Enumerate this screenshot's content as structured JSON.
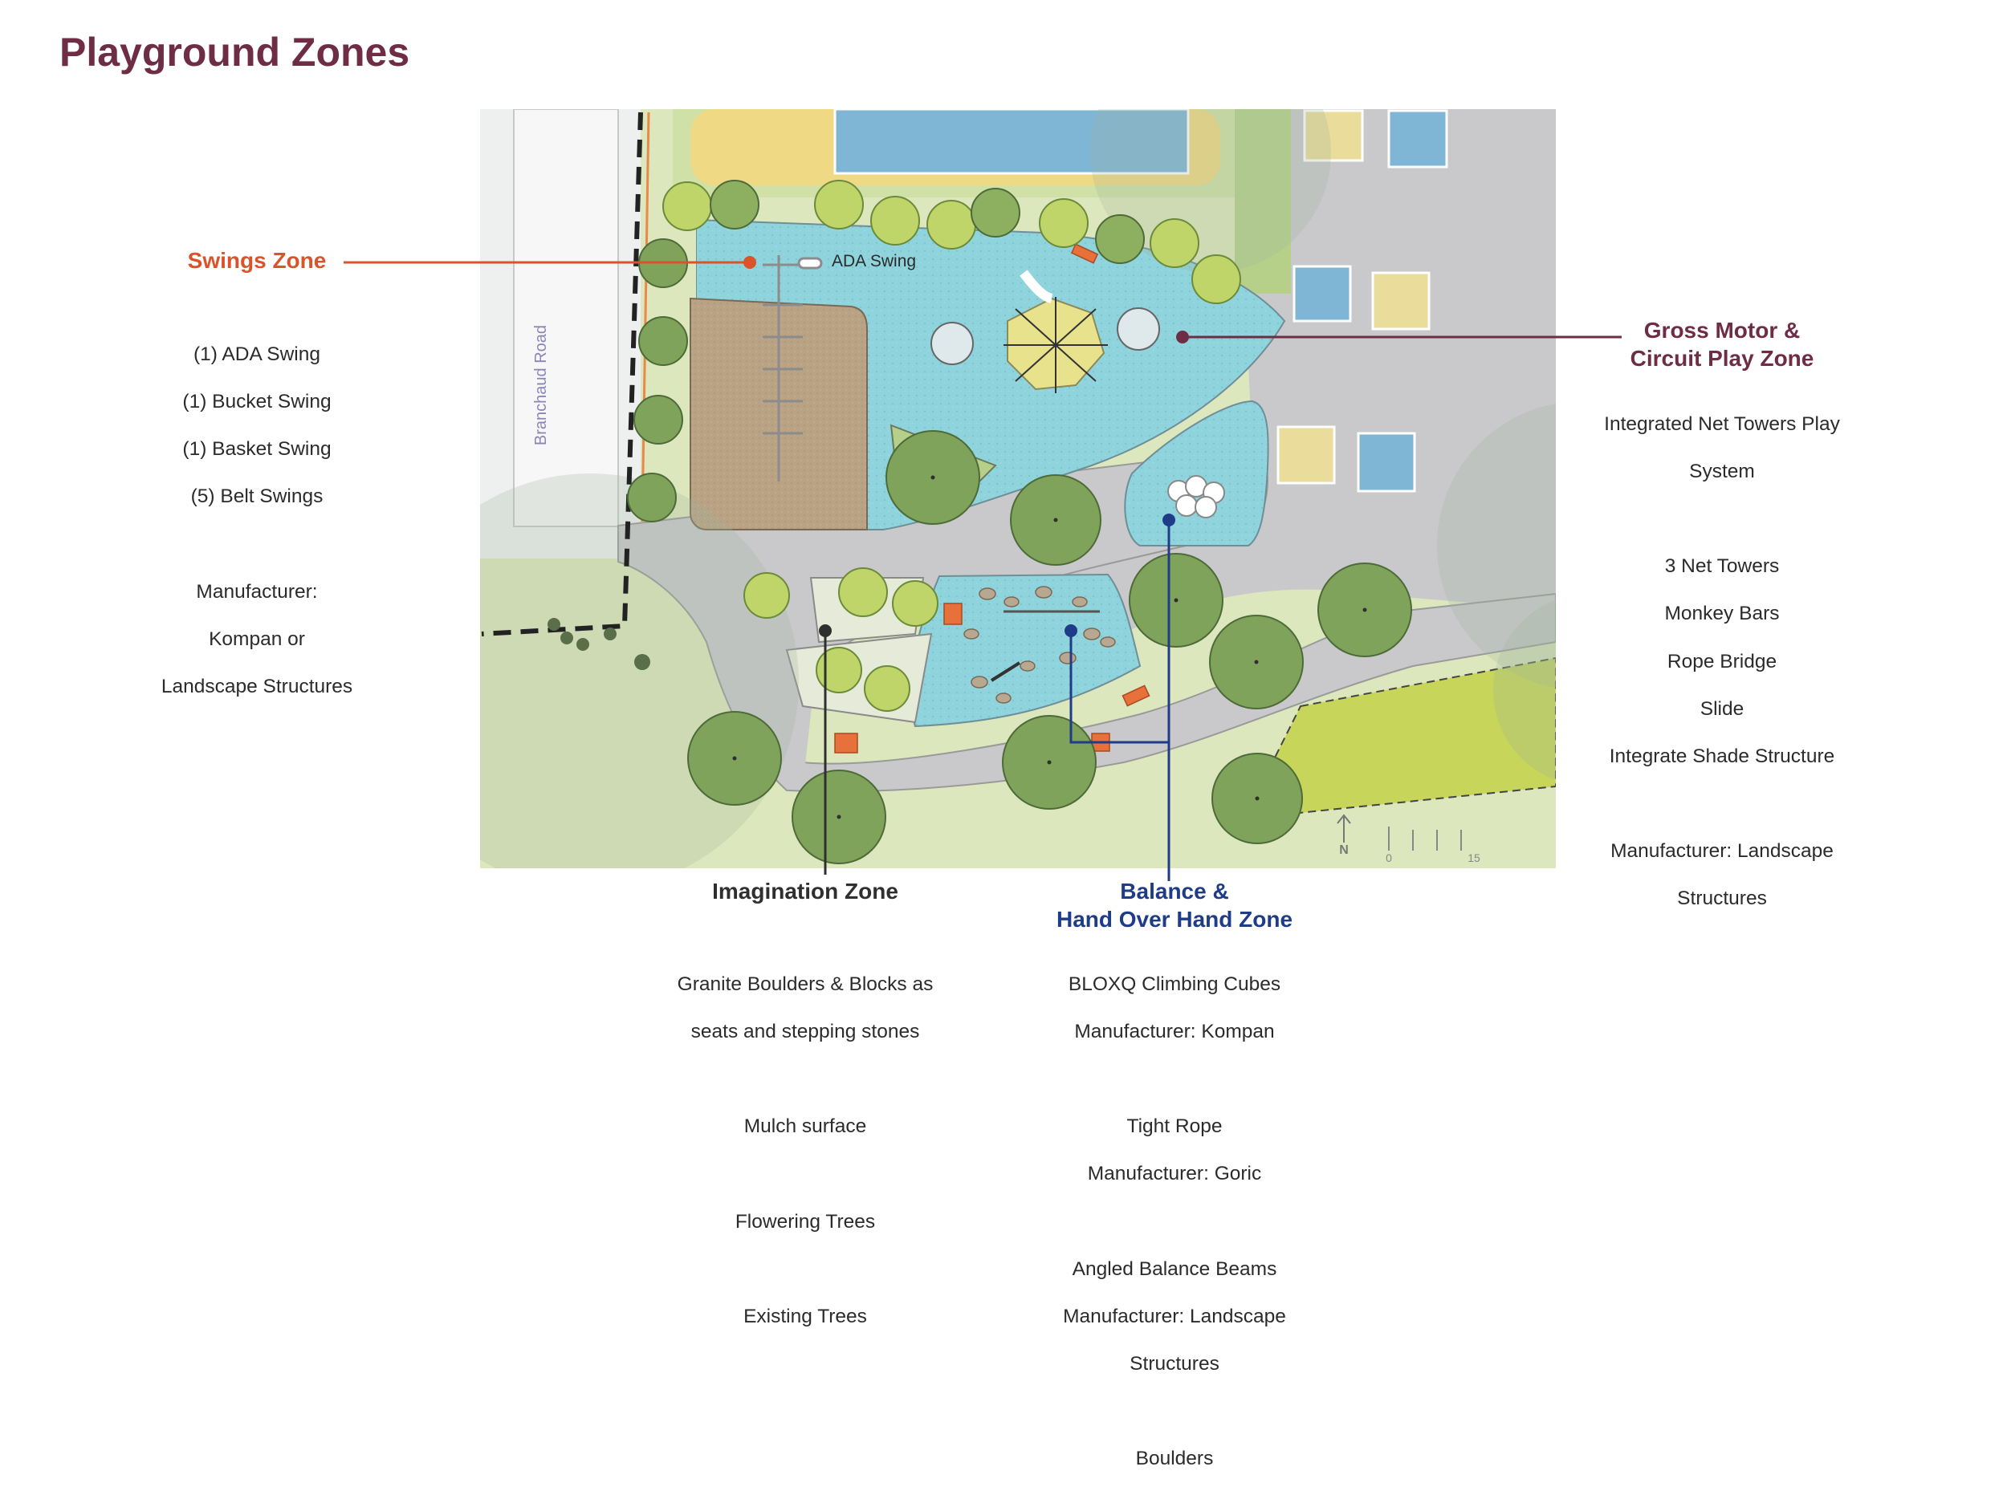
{
  "page_title": "Playground Zones",
  "colors": {
    "title": "#6e2d45",
    "swings": "#d9542b",
    "gross_motor": "#6e2d45",
    "imagination": "#2f2f2f",
    "balance": "#1f3c88",
    "rubber_surface": "#8fd3dc",
    "mulch": "#b9a384",
    "lawn": "#dfe8c0",
    "path": "#c9c9cb",
    "tree": "#7fa35a"
  },
  "zones": {
    "swings": {
      "title": "Swings Zone",
      "items": [
        "(1) ADA Swing",
        "(1) Bucket Swing",
        "(1) Basket Swing",
        "(5) Belt Swings",
        "",
        "Manufacturer:",
        "Kompan or",
        "Landscape Structures"
      ]
    },
    "gross_motor": {
      "title_line1": "Gross Motor &",
      "title_line2": "Circuit Play Zone",
      "items": [
        "Integrated Net Towers Play",
        "System",
        "",
        "3 Net Towers",
        "Monkey Bars",
        "Rope Bridge",
        "Slide",
        "Integrate Shade Structure",
        "",
        "Manufacturer: Landscape",
        "Structures"
      ]
    },
    "imagination": {
      "title": "Imagination Zone",
      "items": [
        "Granite Boulders & Blocks as",
        "seats and stepping stones",
        "",
        "Mulch surface",
        "",
        "Flowering Trees",
        "",
        "Existing Trees"
      ]
    },
    "balance": {
      "title_line1": "Balance &",
      "title_line2": "Hand Over Hand Zone",
      "items": [
        "BLOXQ Climbing Cubes",
        "Manufacturer: Kompan",
        "",
        "Tight Rope",
        "Manufacturer: Goric",
        "",
        "Angled Balance Beams",
        "Manufacturer: Landscape",
        "Structures",
        "",
        "Boulders"
      ]
    }
  },
  "map": {
    "street_label": "Branchaud Road",
    "ada_swing_label": "ADA Swing",
    "north_label": "N",
    "scale_start": "0",
    "scale_end": "15"
  }
}
